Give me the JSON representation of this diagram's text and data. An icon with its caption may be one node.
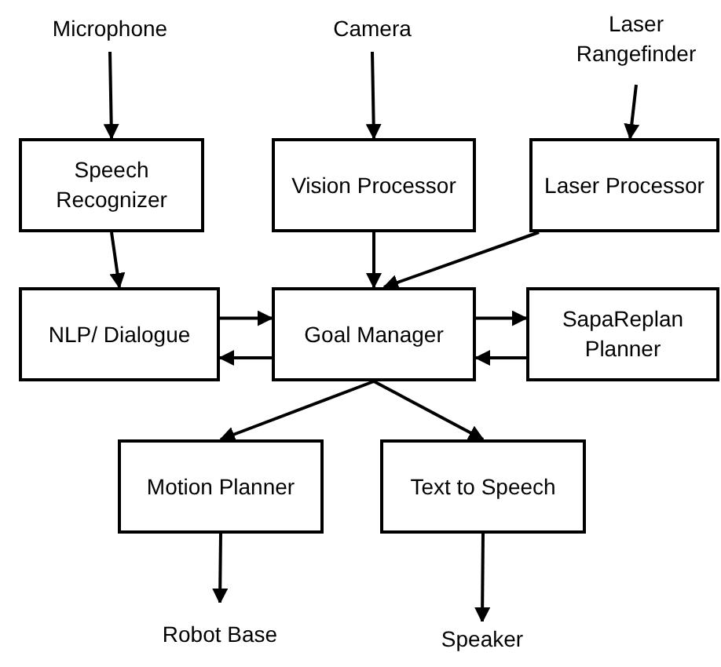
{
  "diagram": {
    "nodes": [
      {
        "text": [
          "Microphone"
        ]
      },
      {
        "text": [
          "Camera"
        ]
      },
      {
        "text": [
          "Laser Rangefinder"
        ]
      },
      {
        "text": [
          "Speech Recognizer"
        ]
      },
      {
        "text": [
          "Vision Processor"
        ]
      },
      {
        "text": [
          "Laser Processor"
        ]
      },
      {
        "text": [
          "NLP/ Dialogue"
        ]
      },
      {
        "text": [
          "Goal Manager"
        ]
      },
      {
        "text": [
          "SapaReplan Planner"
        ]
      },
      {
        "text": [
          "Motion Planner"
        ]
      },
      {
        "text": [
          "Text to Speech"
        ]
      },
      {
        "text": [
          "Robot Base"
        ]
      },
      {
        "text": [
          "Speaker"
        ]
      }
    ],
    "edges": [
      {
        "from": 0,
        "to": 3,
        "arrow": "to"
      },
      {
        "from": 1,
        "to": 4,
        "arrow": "to"
      },
      {
        "from": 2,
        "to": 5,
        "arrow": "to"
      },
      {
        "from": 3,
        "to": 6,
        "arrow": "to"
      },
      {
        "from": 4,
        "to": 7,
        "arrow": "to"
      },
      {
        "from": 5,
        "to": 7,
        "arrow": "to"
      },
      {
        "from": 6,
        "to": 7,
        "arrow": "to"
      },
      {
        "from": 7,
        "to": 6,
        "arrow": "to"
      },
      {
        "from": 7,
        "to": 8,
        "arrow": "to"
      },
      {
        "from": 8,
        "to": 7,
        "arrow": "to"
      },
      {
        "from": 7,
        "to": 9,
        "arrow": "to"
      },
      {
        "from": 7,
        "to": 10,
        "arrow": "to"
      },
      {
        "from": 9,
        "to": 11,
        "arrow": "to"
      },
      {
        "from": 10,
        "to": 12,
        "arrow": "to"
      }
    ]
  }
}
